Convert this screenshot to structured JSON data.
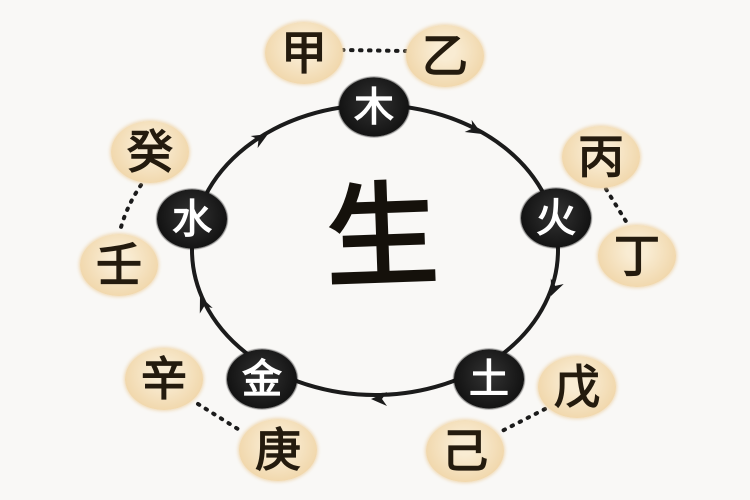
{
  "colors": {
    "background": "#f9f8f6",
    "ring": "#1b1b1b",
    "element_circle": "#131313",
    "element_text": "#ffffff",
    "stem_circle": "#f1d8ad",
    "stem_text": "#241b0e",
    "center_text": "#15110b"
  },
  "center": {
    "label": "生"
  },
  "elements": [
    {
      "name": "wood",
      "label": "木"
    },
    {
      "name": "fire",
      "label": "火"
    },
    {
      "name": "earth",
      "label": "土"
    },
    {
      "name": "metal",
      "label": "金"
    },
    {
      "name": "water",
      "label": "水"
    }
  ],
  "cycle_order": [
    "木",
    "火",
    "土",
    "金",
    "水"
  ],
  "stems": [
    {
      "name": "jia",
      "label": "甲"
    },
    {
      "name": "yi",
      "label": "乙"
    },
    {
      "name": "bing",
      "label": "丙"
    },
    {
      "name": "ding",
      "label": "丁"
    },
    {
      "name": "wu",
      "label": "戊"
    },
    {
      "name": "ji",
      "label": "己"
    },
    {
      "name": "geng",
      "label": "庚"
    },
    {
      "name": "xin",
      "label": "辛"
    },
    {
      "name": "ren",
      "label": "壬"
    },
    {
      "name": "gui",
      "label": "癸"
    }
  ]
}
